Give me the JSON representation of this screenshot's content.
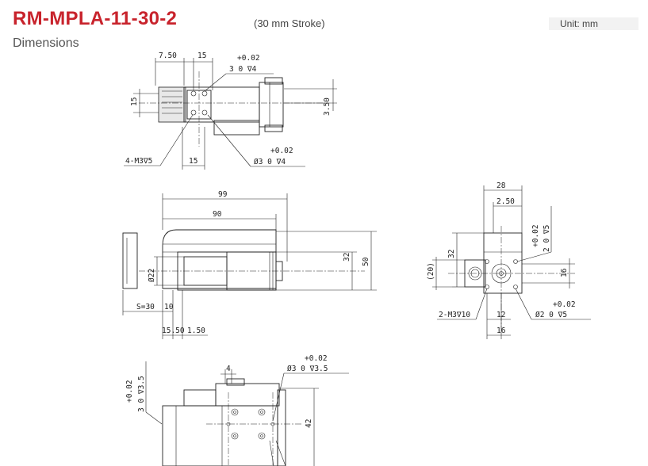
{
  "header": {
    "model": "RM-MPLA-11-30-2",
    "subtitle": "Dimensions",
    "stroke_note": "(30 mm Stroke)",
    "unit": "Unit: mm"
  },
  "top_view": {
    "dim_7_50": "7.50",
    "dim_15_top": "15",
    "tol_top": "+0.02",
    "hole_top": "3  0   ∇4",
    "dim_15_left": "15",
    "dim_3_50": "3.50",
    "thread_note": "4-M3∇5",
    "dim_15_bottom": "15",
    "tol_bottom": "+0.02",
    "hole_bottom": "Ø3  0   ∇4"
  },
  "side_view": {
    "dim_99": "99",
    "dim_90": "90",
    "dim_32": "32",
    "dim_50": "50",
    "dia_22": "Ø22",
    "stroke_label": "S=30",
    "dim_10": "10",
    "dim_15_50": "15.50",
    "dim_1_50": "1.50"
  },
  "end_view": {
    "dim_28": "28",
    "dim_2_50": "2.50",
    "tol_right": "+0.02",
    "hole_right": "2  0   ∇5",
    "dim_32": "32",
    "dim_20": "(20)",
    "dim_16_right": "16",
    "thread_note": "2-M3∇10",
    "dim_12": "12",
    "tol_bottom": "+0.02",
    "hole_bottom": "Ø2  0   ∇5",
    "dim_16_bottom": "16"
  },
  "bottom_view": {
    "tol_left": "+0.02",
    "hole_left": "3  0   ∇3.5",
    "dim_4": "4",
    "tol_top": "+0.02",
    "hole_top": "Ø3  0   ∇3.5",
    "dim_42": "42"
  }
}
